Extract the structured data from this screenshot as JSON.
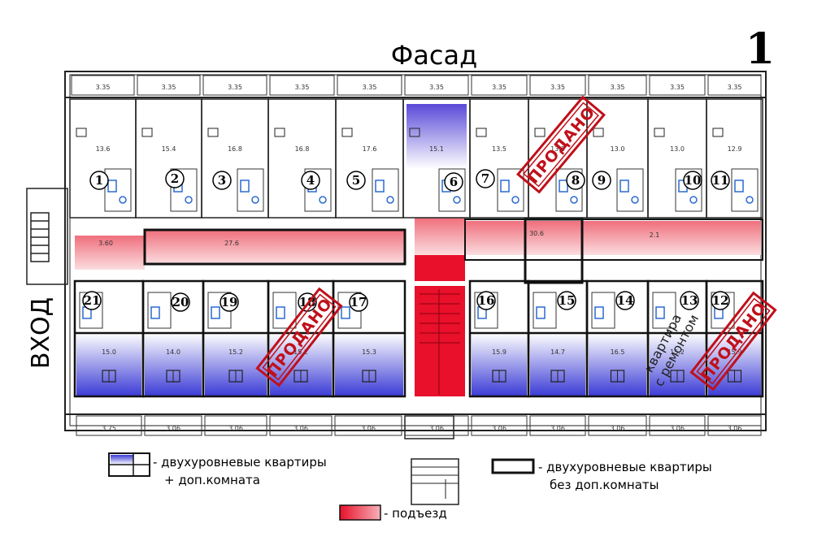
{
  "title": "Фасад",
  "page_number": "1",
  "entrance_label": "ВХОД",
  "renovated_note": {
    "line1": "квартира",
    "line2": "с ремонтом"
  },
  "sold_label": "ПРОДАНО",
  "colors": {
    "duplex_blue": "#3a3ad6",
    "stair_red": "#e8102a",
    "stair_pink": "#f4a0a8",
    "wall": "#222222",
    "sold": "#c0101a"
  },
  "top_units": [
    {
      "num": "1",
      "area": "13.6"
    },
    {
      "num": "2",
      "area": "15.4"
    },
    {
      "num": "3",
      "area": "16.8"
    },
    {
      "num": "4",
      "area": "16.8"
    },
    {
      "num": "5",
      "area": "17.6"
    },
    {
      "num": "6",
      "area": "15.1"
    },
    {
      "num": "7",
      "area": "13.5"
    },
    {
      "num": "8",
      "area": "13.5"
    },
    {
      "num": "9",
      "area": "13.0"
    },
    {
      "num": "10",
      "area": "13.0"
    },
    {
      "num": "11",
      "area": "12.9"
    }
  ],
  "bottom_units": [
    {
      "num": "21",
      "area": "15.0"
    },
    {
      "num": "20",
      "area": "14.0"
    },
    {
      "num": "19",
      "area": "15.2"
    },
    {
      "num": "18",
      "area": "15.2"
    },
    {
      "num": "17",
      "area": "15.3"
    },
    {
      "num": "16",
      "area": "15.9"
    },
    {
      "num": "15",
      "area": "14.7"
    },
    {
      "num": "14",
      "area": "16.5"
    },
    {
      "num": "13",
      "area": "15.2"
    },
    {
      "num": "12",
      "area": "15.9"
    }
  ],
  "top_dims": [
    "3.35",
    "3.35",
    "3.35",
    "3.35",
    "3.35",
    "3.35",
    "3.35",
    "3.35",
    "3.35",
    "3.35",
    "3.35"
  ],
  "bottom_dims": [
    "3.75",
    "3.06",
    "3.06",
    "3.06",
    "3.06",
    "3.06",
    "3.06",
    "3.06",
    "3.06",
    "3.06",
    "3.06"
  ],
  "corridor_areas": [
    "3.60",
    "27.6",
    "30.6",
    "2.1"
  ],
  "legend": {
    "duplex_plus_room": "- двухуровневые квартиры\n+ доп.комната",
    "duplex_plus_room_l1": "- двухуровневые квартиры",
    "duplex_plus_room_l2": "+ доп.комната",
    "duplex_no_room_l1": "- двухуровневые квартиры",
    "duplex_no_room_l2": "без доп.комнаты",
    "stairwell": "- подъезд"
  }
}
